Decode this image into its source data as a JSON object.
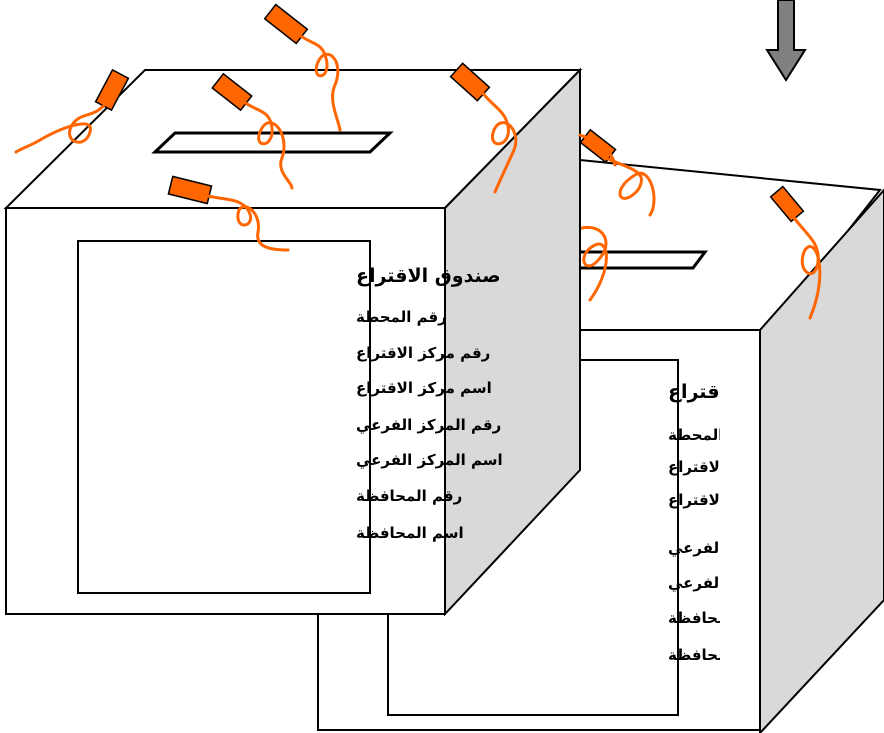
{
  "front_box": {
    "title": "صندوق الاقتراع",
    "lines": [
      "رقم المحطة",
      "رقم مركز الاقتراع",
      "اسم مركز الاقتراع",
      "رقم المركز الفرعي",
      "اسم المركز الفرعي",
      "رقم المحافظة",
      "اسم المحافظة"
    ]
  },
  "back_box": {
    "title": "صندوق الاقتراع",
    "lines": [
      "رقم المحطة",
      "رقم مركز الاقتراع",
      "اسم مركز الاقتراع",
      "رقم المركز الفرعي",
      "اسم المركز الفرعي",
      "رقم المحافظة",
      "اسم المحافظة"
    ]
  },
  "colors": {
    "seal": "#ff6600",
    "side_face": "#d9d9d9",
    "arrow": "#808080"
  },
  "icons": {
    "arrow": "down-arrow-icon",
    "seal": "tamper-seal-icon"
  }
}
